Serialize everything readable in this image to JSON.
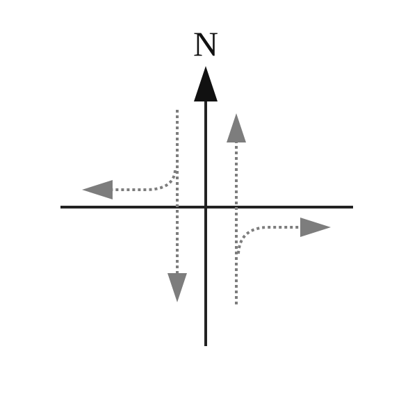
{
  "diagram": {
    "north_label": "N",
    "colors": {
      "axis": "#222222",
      "north_arrow": "#111111",
      "path": "#7d7d7d",
      "background": "#ffffff"
    },
    "paths": [
      {
        "name": "southbound-then-westbound-path",
        "direction": "southbound",
        "branch": "westbound"
      },
      {
        "name": "northbound-then-eastbound-path",
        "direction": "northbound",
        "branch": "eastbound"
      }
    ]
  }
}
